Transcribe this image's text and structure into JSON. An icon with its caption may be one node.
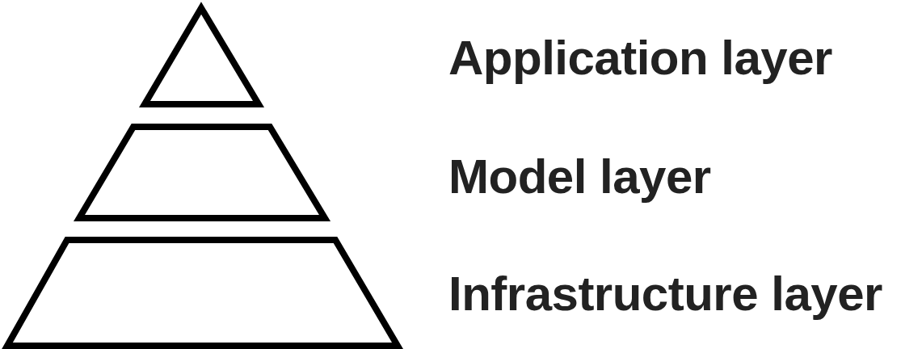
{
  "diagram": {
    "nodes": [
      {
        "text": [],
        "shape": "triangle"
      },
      {
        "text": [],
        "shape": "trapezoid"
      },
      {
        "text": [],
        "shape": "trapezoid"
      }
    ],
    "labels": [
      "Application layer",
      "Model layer",
      "Infrastructure layer"
    ]
  }
}
